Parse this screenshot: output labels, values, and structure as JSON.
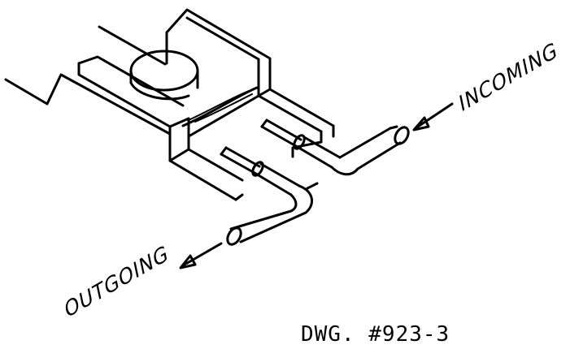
{
  "diagram": {
    "labels": {
      "incoming": "INCOMING",
      "outgoing": "OUTGOING",
      "drawing_number": "DWG. #923-3"
    }
  }
}
